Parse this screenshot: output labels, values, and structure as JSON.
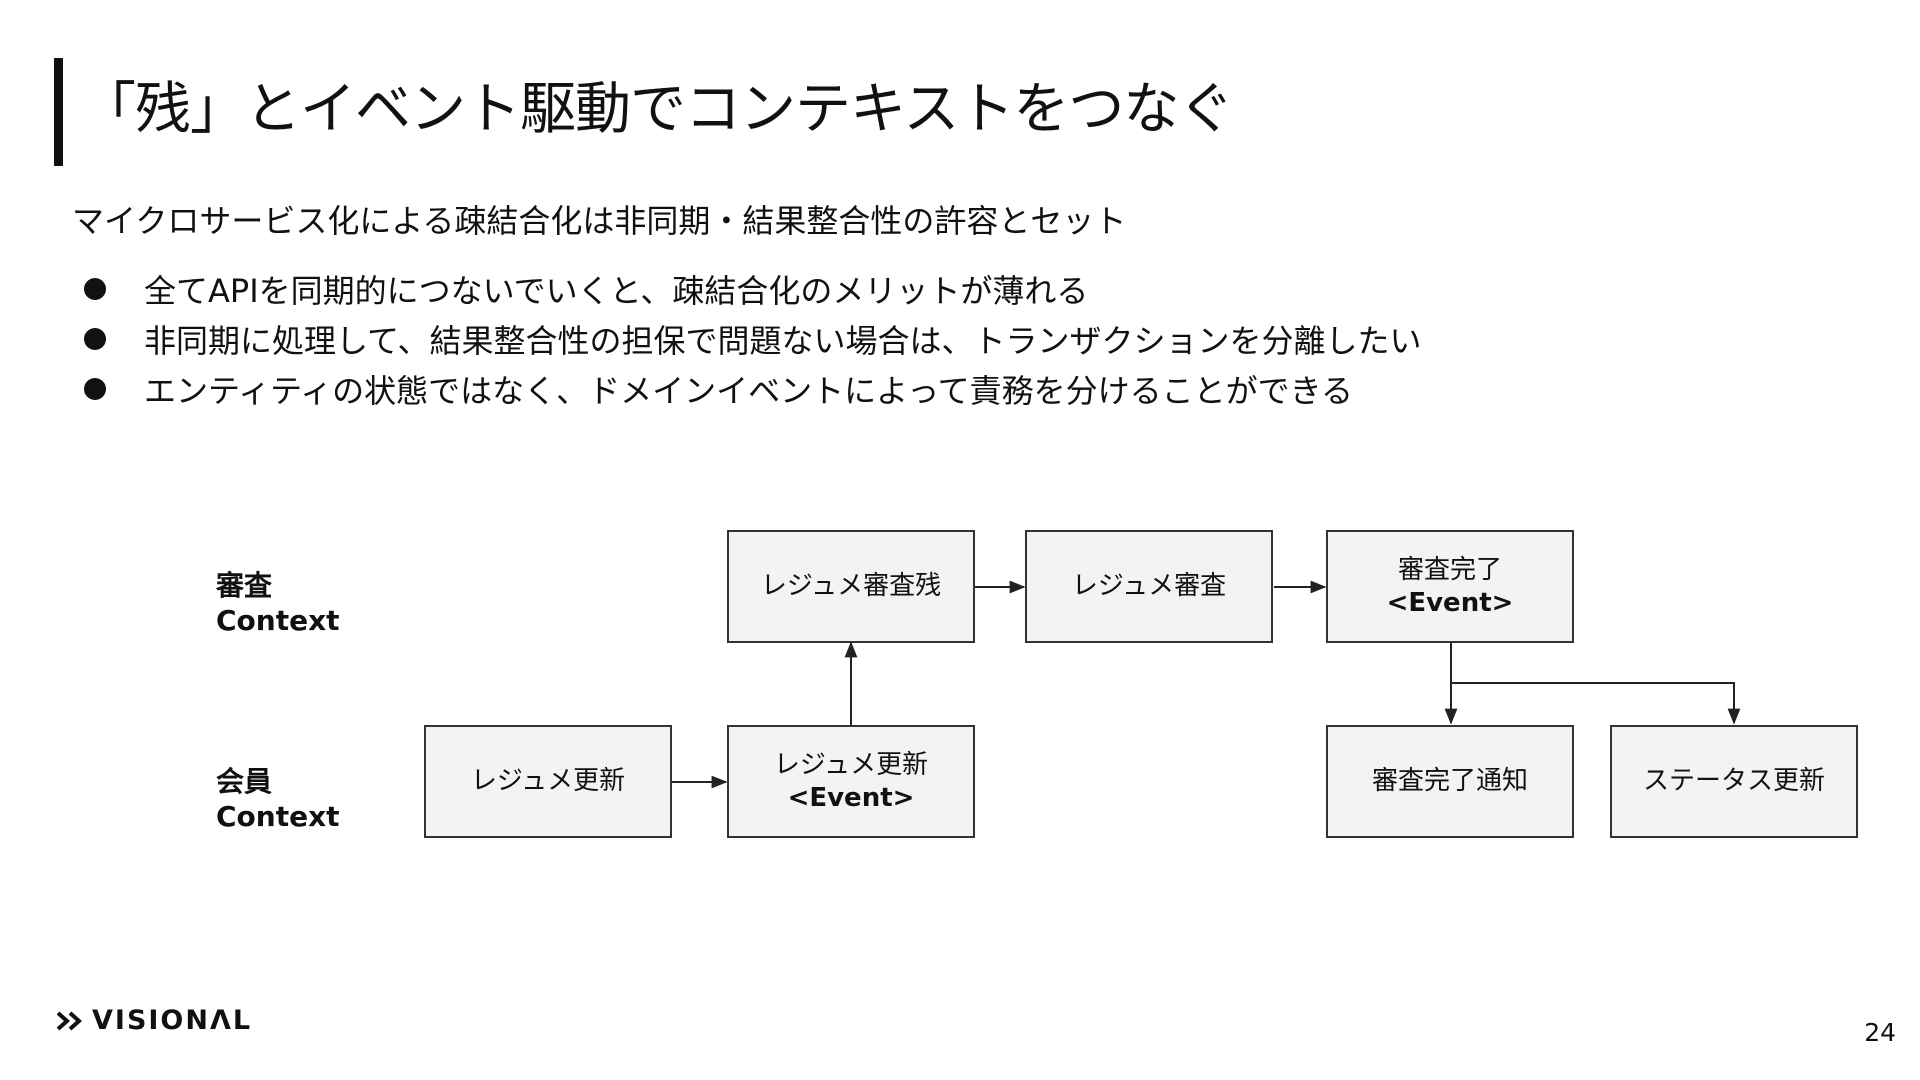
{
  "slide": {
    "title": "「残」とイベント駆動でコンテキストをつなぐ",
    "subtitle": "マイクロサービス化による疎結合化は非同期・結果整合性の許容とセット",
    "bullets": [
      "全てAPIを同期的につないでいくと、疎結合化のメリットが薄れる",
      "非同期に処理して、結果整合性の担保で問題ない場合は、トランザクションを分離したい",
      "エンティティの状態ではなく、ドメインイベントによって責務を分けることができる"
    ],
    "bullet_symbol": "●",
    "page_number": "24"
  },
  "diagram": {
    "contexts": {
      "review": {
        "line1": "審査",
        "line2": "Context"
      },
      "member": {
        "line1": "会員",
        "line2": "Context"
      }
    },
    "nodes": {
      "resume_update": {
        "line1": "レジュメ更新",
        "line2": ""
      },
      "resume_update_event": {
        "line1": "レジュメ更新",
        "line2": "<Event>"
      },
      "resume_review_remaining": {
        "line1": "レジュメ審査残",
        "line2": ""
      },
      "resume_review": {
        "line1": "レジュメ審査",
        "line2": ""
      },
      "review_done_event": {
        "line1": "審査完了",
        "line2": "<Event>"
      },
      "review_done_notice": {
        "line1": "審査完了通知",
        "line2": ""
      },
      "status_update": {
        "line1": "ステータス更新",
        "line2": ""
      }
    },
    "edges": [
      {
        "from": "resume_update",
        "to": "resume_update_event"
      },
      {
        "from": "resume_update_event",
        "to": "resume_review_remaining"
      },
      {
        "from": "resume_review_remaining",
        "to": "resume_review"
      },
      {
        "from": "resume_review",
        "to": "review_done_event"
      },
      {
        "from": "review_done_event",
        "to": "review_done_notice"
      },
      {
        "from": "review_done_event",
        "to": "status_update"
      }
    ]
  },
  "footer": {
    "logo_text": "VISIONΛL",
    "logo_icon": "double-chevron-right-icon"
  }
}
